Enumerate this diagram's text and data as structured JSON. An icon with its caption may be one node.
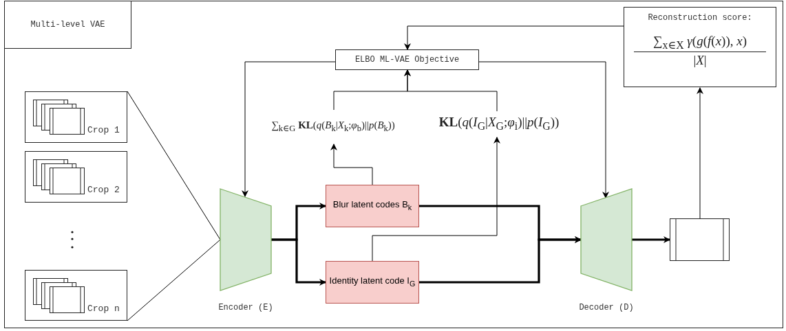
{
  "diagram": {
    "nodes": [
      {
        "text": [
          "Multi-level VAE"
        ]
      },
      {
        "text": [
          "Crop 1"
        ],
        "in": 0
      },
      {
        "text": [
          "Crop 2"
        ],
        "in": 0
      },
      {
        "text": [
          "Crop n"
        ],
        "in": 0
      },
      {
        "text": [
          "Encoder (E)"
        ],
        "in": 0
      },
      {
        "text": [
          "ELBO ML-VAE Objective"
        ],
        "in": 0
      },
      {
        "text": [
          "∑$_{k∈G}$ **KL**(*q*(*B*$_{k}$|*X*$_{k}$;*φ*$_{b}$)||*p*(*B*$_{k}$))"
        ],
        "in": 0
      },
      {
        "text": [
          "**KL**(*q*(*I*$_{G}$|*X*$_{G}$;*φ*$_{i}$)||*p*(*I*$_{G}$))"
        ],
        "in": 0
      },
      {
        "text": [
          "Blur latent codes B$_{k}$"
        ],
        "in": 0
      },
      {
        "text": [
          "Identity latent code I$_{G}$"
        ],
        "in": 0
      },
      {
        "text": [
          "Decoder (D)"
        ],
        "in": 0
      },
      {
        "text": [],
        "shape": "box",
        "in": 0
      },
      {
        "text": [
          "Reconstruction score:",
          "∑$_{x∈X}$ *γ*(*g*(*f*(*x*)), *x*)",
          "|*X*|"
        ],
        "in": 0
      }
    ],
    "edges": [
      {
        "from": 1,
        "to": 4,
        "arrow": "none"
      },
      {
        "from": 3,
        "to": 4,
        "arrow": "none"
      },
      {
        "from": 4,
        "to": 8,
        "arrow": "to",
        "style": "thick"
      },
      {
        "from": 4,
        "to": 9,
        "arrow": "to",
        "style": "thick"
      },
      {
        "from": 8,
        "to": 10,
        "arrow": "to",
        "style": "thick"
      },
      {
        "from": 9,
        "to": 10,
        "arrow": "to",
        "style": "thick"
      },
      {
        "from": 10,
        "to": 11,
        "arrow": "to",
        "style": "thick"
      },
      {
        "from": 11,
        "to": 12,
        "arrow": "to"
      },
      {
        "from": 12,
        "to": 5,
        "arrow": "to"
      },
      {
        "from": 5,
        "to": 4,
        "arrow": "to"
      },
      {
        "from": 5,
        "to": 10,
        "arrow": "to"
      },
      {
        "from": 6,
        "to": 5,
        "arrow": "to"
      },
      {
        "from": 7,
        "to": 5,
        "arrow": "to"
      },
      {
        "from": 8,
        "to": 6,
        "arrow": "to"
      },
      {
        "from": 9,
        "to": 7,
        "arrow": "to"
      }
    ]
  }
}
